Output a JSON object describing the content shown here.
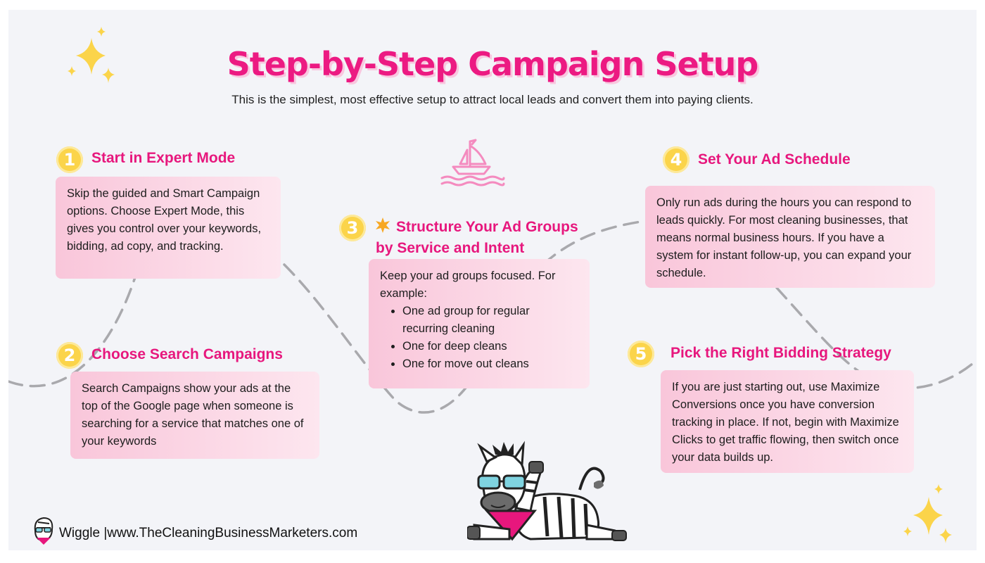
{
  "title": "Step-by-Step Campaign Setup",
  "subtitle": "This is the simplest, most effective setup to attract local leads and convert them into paying clients.",
  "colors": {
    "accent": "#ec1a82",
    "badge": "#fbd44a",
    "card": "#fbdbe7",
    "background": "#f3f4f8"
  },
  "steps": [
    {
      "number": "1",
      "title": "Start in Expert Mode",
      "body": "Skip the guided and Smart Campaign options. Choose Expert Mode, this gives you control over your keywords, bidding, ad copy, and tracking."
    },
    {
      "number": "2",
      "title": "Choose Search Campaigns",
      "body": "Search Campaigns show your ads at the top of the Google page when someone is searching for a service that matches one of your keywords"
    },
    {
      "number": "3",
      "title_line1": "Structure Your Ad Groups",
      "title_line2": "by Service and Intent",
      "intro": "Keep your ad groups focused. For example:",
      "bullets": [
        "One ad group for regular recurring cleaning",
        "One for deep cleans",
        "One for move out cleans"
      ]
    },
    {
      "number": "4",
      "title": "Set Your Ad Schedule",
      "body": "Only run ads during the hours you can respond to leads quickly. For most cleaning businesses, that means normal business hours. If you have a system for instant follow-up, you can expand your schedule."
    },
    {
      "number": "5",
      "title": "Pick the Right Bidding Strategy",
      "body": "If you are just starting out, use Maximize Conversions once you have conversion tracking in place. If not, begin with Maximize Clicks to get traffic flowing, then switch once your data builds up."
    }
  ],
  "footer": "Wiggle |www.TheCleaningBusinessMarketers.com",
  "icons": [
    "sparkle-icon",
    "sailboat-icon",
    "star-burst-icon",
    "zebra-mascot",
    "zebra-logo"
  ]
}
